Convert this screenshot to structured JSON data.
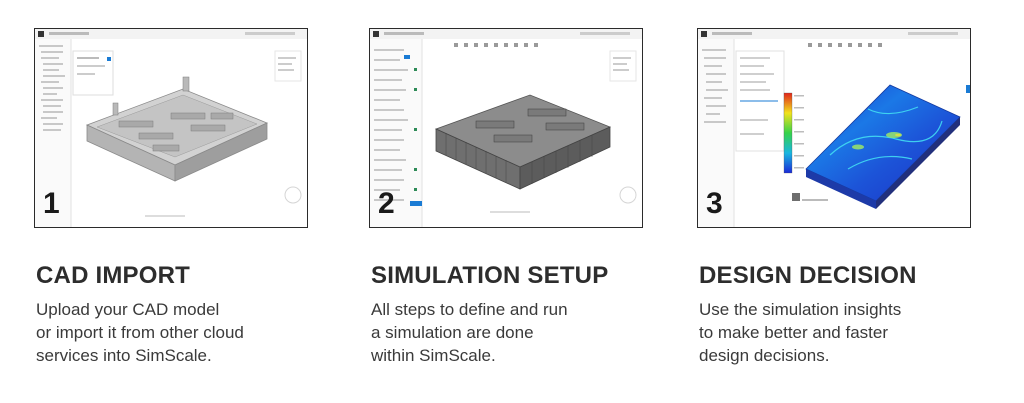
{
  "steps": [
    {
      "number": "1",
      "title": "CAD IMPORT",
      "description": [
        "Upload your CAD model",
        "or import it from other cloud",
        "services into SimScale."
      ],
      "screenshot_icon": "cad-model-thumbnail-icon"
    },
    {
      "number": "2",
      "title": "SIMULATION SETUP",
      "description": [
        "All steps to define and run",
        "a simulation are done",
        "within SimScale."
      ],
      "screenshot_icon": "mesh-model-thumbnail-icon"
    },
    {
      "number": "3",
      "title": "DESIGN DECISION",
      "description": [
        "Use the simulation insights",
        "to make better and faster",
        "design decisions."
      ],
      "screenshot_icon": "result-contour-thumbnail-icon"
    }
  ],
  "colors": {
    "title": "#2d2d2d",
    "text": "#3a3a3a",
    "border": "#2b2b2b",
    "accent": "#1a7bd4"
  }
}
